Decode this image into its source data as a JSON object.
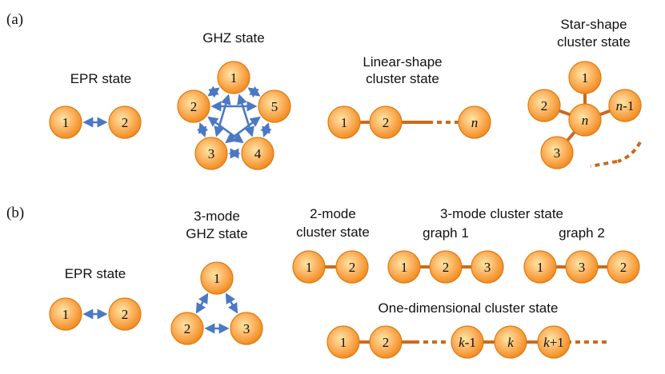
{
  "colors": {
    "node_fill_center": "#fde6a6",
    "node_fill_mid": "#fbb25f",
    "node_fill_edge": "#f08a1c",
    "node_stroke": "#e07a10",
    "edge": "#c96a1e",
    "arrow": "#4a78c4",
    "text": "#111111"
  },
  "panel_a": {
    "label": "(a)",
    "epr": {
      "title": "EPR state",
      "nodes": [
        "1",
        "2"
      ]
    },
    "ghz": {
      "title": "GHZ state",
      "nodes": [
        "1",
        "2",
        "3",
        "4",
        "5"
      ]
    },
    "linear": {
      "title_line1": "Linear-shape",
      "title_line2": "cluster state",
      "nodes": [
        "1",
        "2",
        "n"
      ]
    },
    "star": {
      "title_line1": "Star-shape",
      "title_line2": "cluster state",
      "nodes": [
        "1",
        "2",
        "3",
        "n",
        "n-1"
      ]
    }
  },
  "panel_b": {
    "label": "(b)",
    "epr": {
      "title": "EPR state",
      "nodes": [
        "1",
        "2"
      ]
    },
    "ghz3": {
      "title_line1": "3-mode",
      "title_line2": "GHZ state",
      "nodes": [
        "1",
        "2",
        "3"
      ]
    },
    "cluster2": {
      "title_line1": "2-mode",
      "title_line2": "cluster state",
      "nodes": [
        "1",
        "2"
      ]
    },
    "cluster3": {
      "title": "3-mode cluster state",
      "graph1": {
        "title": "graph 1",
        "nodes": [
          "1",
          "2",
          "3"
        ]
      },
      "graph2": {
        "title": "graph 2",
        "nodes": [
          "1",
          "3",
          "2"
        ]
      }
    },
    "one_dim": {
      "title": "One-dimensional cluster state",
      "nodes": [
        "1",
        "2",
        "k-1",
        "k",
        "k+1"
      ]
    }
  }
}
